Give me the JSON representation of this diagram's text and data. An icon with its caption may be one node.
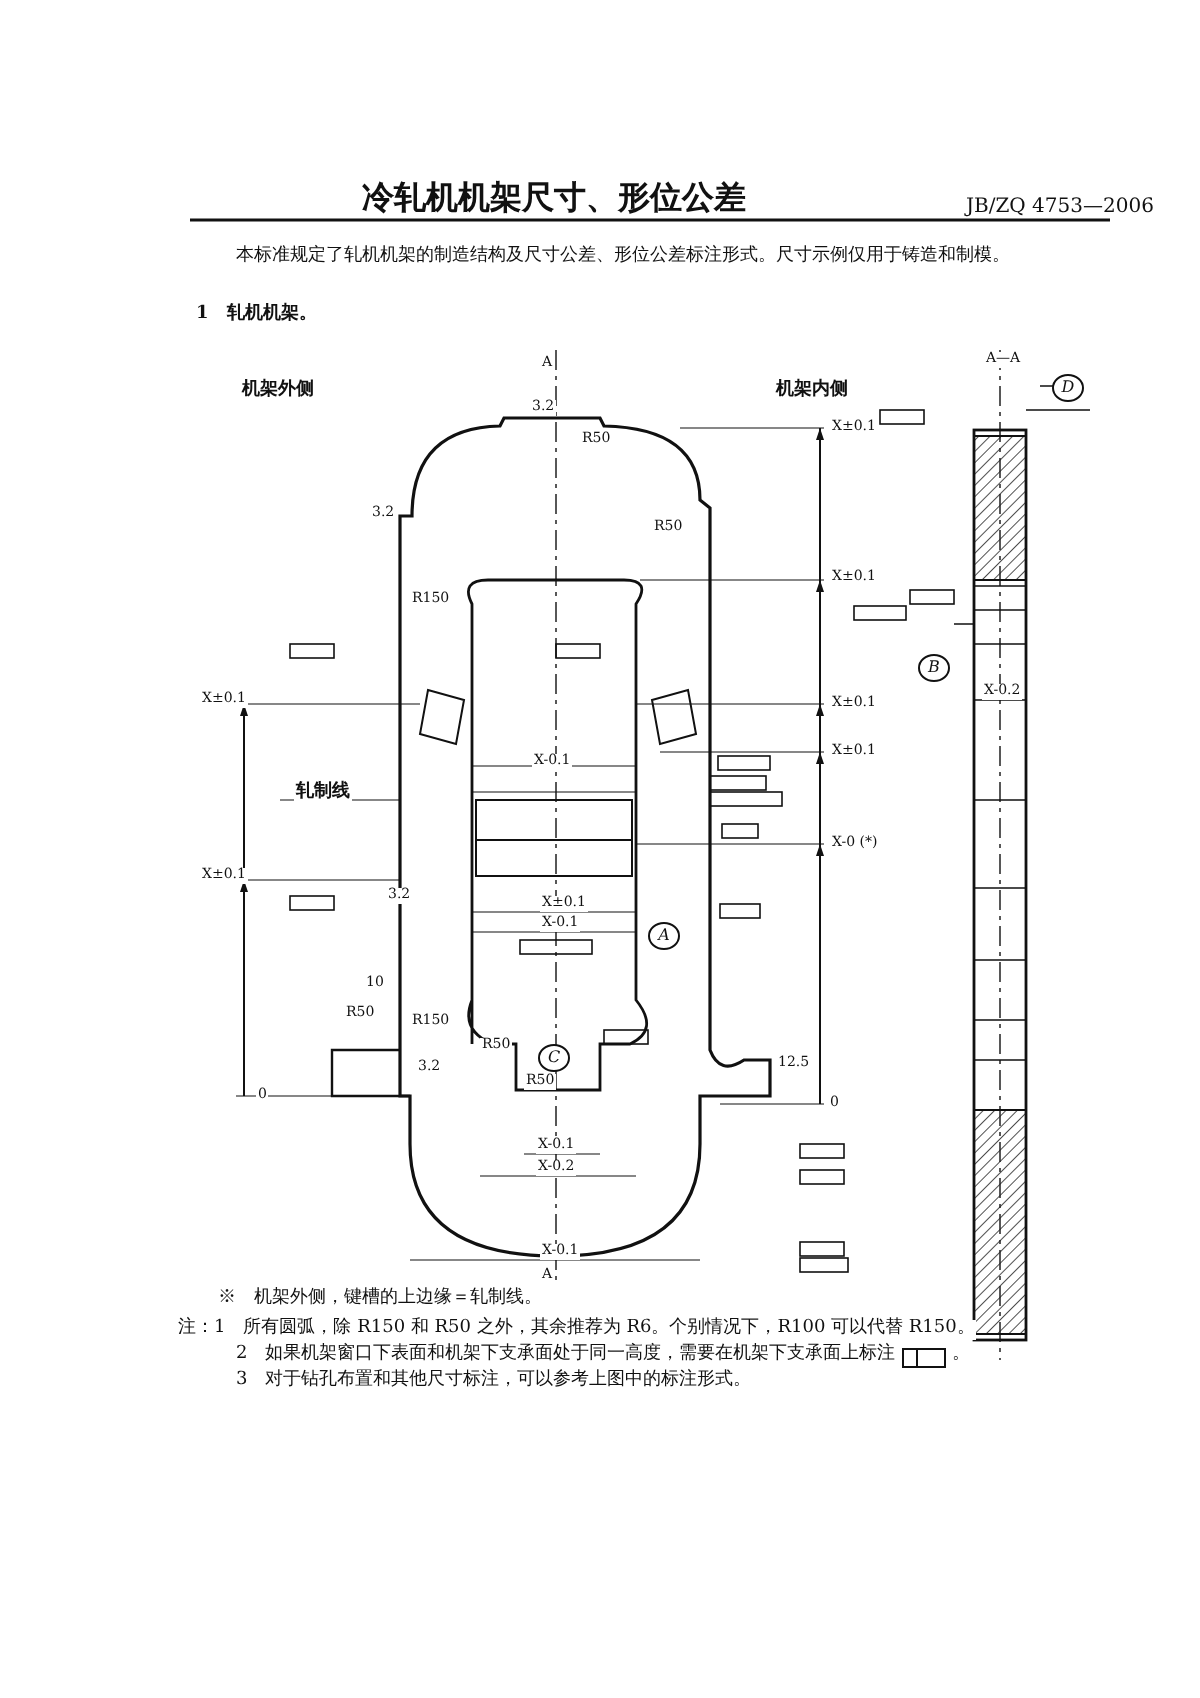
{
  "diagram": {
    "title": "冷轧机机架尺寸、形位公差",
    "labels": [
      "JB/ZQ 4753—2006",
      "本标准规定了轧机机架的制造结构及尺寸公差、形位公差标注形式。尺寸示例仅用于铸造和制模。",
      "1　轧机机架。",
      "机架外侧",
      "A",
      "机架内侧",
      "A—A",
      "D",
      "R50",
      "X±0.1",
      "R50",
      "R150",
      "X±0.1",
      "X±0.1",
      "X±0.1",
      "X±0.1",
      "X-0.2",
      "B",
      "轧制线",
      "X-0.1",
      "X-0 (*)",
      "X±0.1",
      "X±0.1",
      "X-0.1",
      "A",
      "10",
      "R50",
      "R150",
      "R50",
      "C",
      "R50",
      "0",
      "0",
      "X-0.1",
      "X-0.2",
      "X-0.1",
      "A",
      "※　机架外侧，键槽的上边缘＝轧制线。",
      "注：1　所有圆弧，除 R150 和 R50 之外，其余推荐为 R6。个别情况下，R100 可以代替 R150。",
      "2　如果机架窗口下表面和机架下支承面处于同一高度，需要在机架下支承面上标注",
      "。",
      "3　对于钻孔布置和其他尺寸标注，可以参考上图中的标注形式。",
      "3.2",
      "3.2",
      "3.2",
      "3.2",
      "12.5"
    ]
  }
}
